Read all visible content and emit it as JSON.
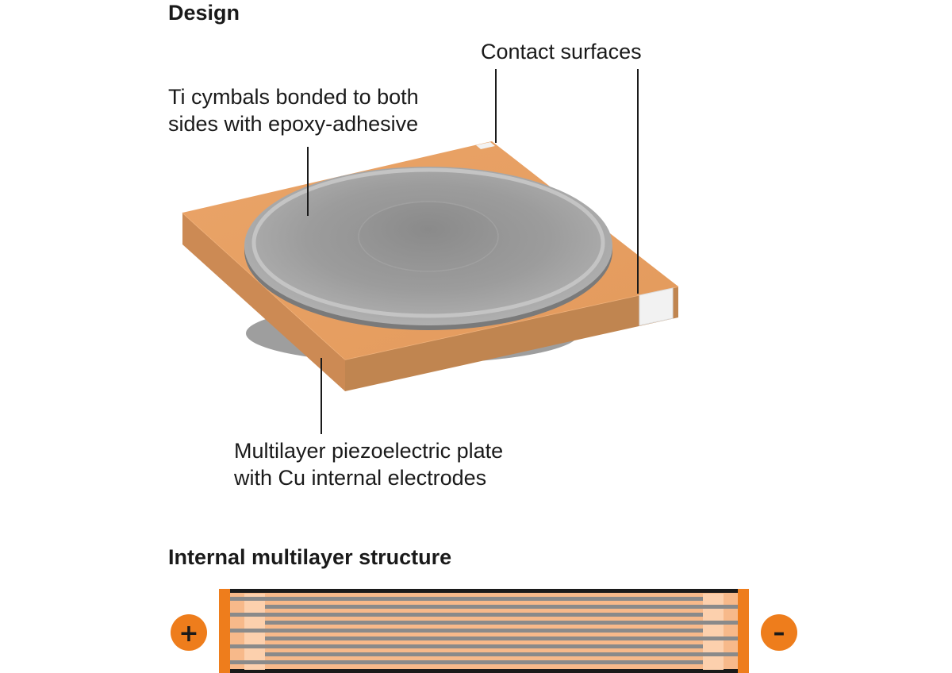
{
  "headings": {
    "design": "Design",
    "structure": "Internal multilayer structure"
  },
  "callouts": {
    "cymbals": {
      "line1": "Ti cymbals bonded to both",
      "line2": "sides with epoxy-adhesive"
    },
    "contacts": {
      "line1": "Contact surfaces"
    },
    "plate": {
      "line1": "Multilayer piezoelectric plate",
      "line2": "with Cu internal electrodes"
    }
  },
  "terminals": {
    "positive": "+",
    "negative": "–"
  },
  "colors": {
    "plate_top": "#e8a064",
    "plate_front": "#cf8e58",
    "plate_side": "#b8804e",
    "cymbal": "#a6a6a6",
    "contact_surface": "#f2f2f2",
    "electrode_terminal": "#ee7d1c",
    "ceramic_layer": "#f7b98a",
    "internal_electrode": "#8a8a8a",
    "leader_line": "#1a1a1a"
  }
}
